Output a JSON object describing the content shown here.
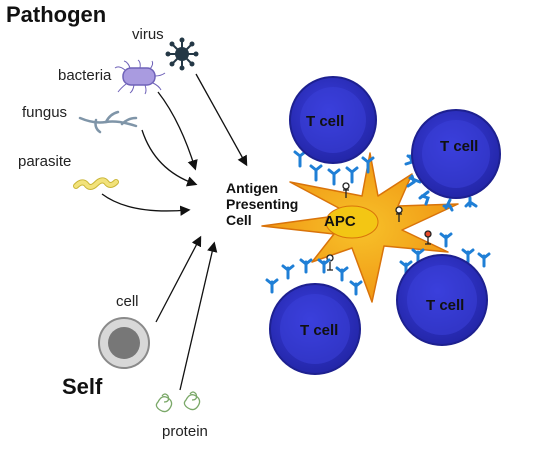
{
  "pathogen_heading": "Pathogen",
  "self_heading": "Self",
  "sources": {
    "virus": "virus",
    "bacteria": "bacteria",
    "fungus": "fungus",
    "parasite": "parasite",
    "cell": "cell",
    "protein": "protein"
  },
  "apc_caption": "Antigen\nPresenting\nCell",
  "apc_caption_lines": [
    "Antigen",
    "Presenting",
    "Cell"
  ],
  "apc_label": "APC",
  "t_cell_label": "T cell",
  "colors": {
    "t_cell_outer": "#2d2fb5",
    "t_cell_inner": "#3a40d8",
    "receptor": "#1f7fd6",
    "apc_body": "#f5a623",
    "apc_core": "#f3c614",
    "arrow": "#111111",
    "bacteria": "#a99be0",
    "parasite": "#f2e27a"
  }
}
